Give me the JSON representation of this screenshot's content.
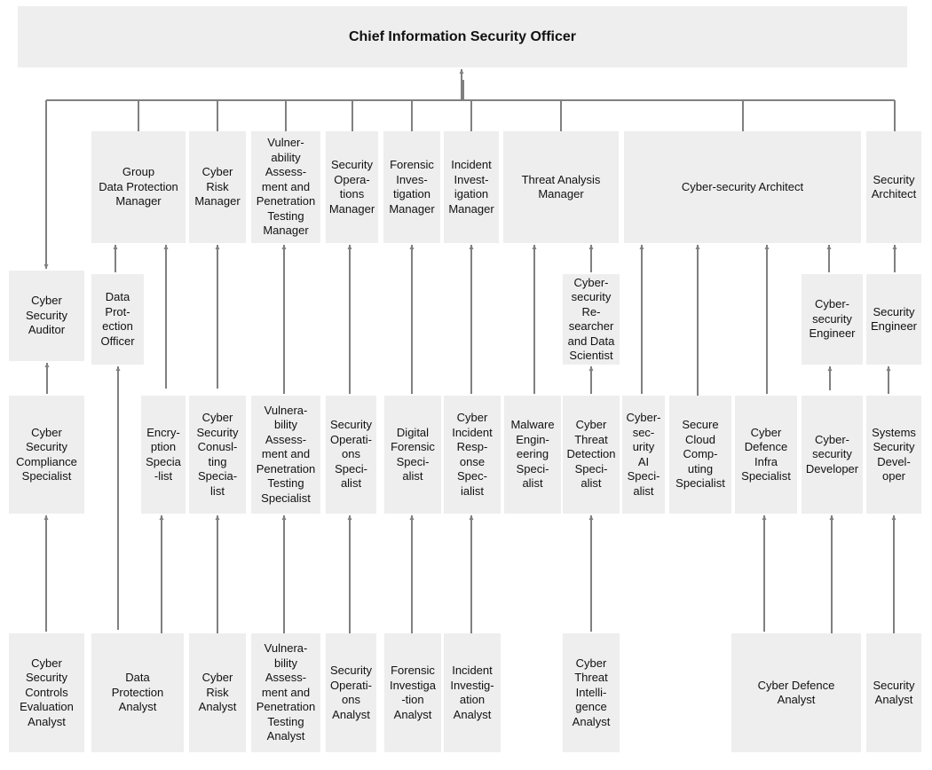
{
  "chart": {
    "top": "Chief Information Security Officer",
    "roles": {
      "cyber_security_auditor": "Cyber\nSecurity\nAuditor",
      "cyber_security_compliance_specialist": "Cyber\nSecurity\nCompliance\nSpecialist",
      "cyber_security_controls_evaluation_analyst": "Cyber\nSecurity\nControls\nEvaluation\nAnalyst",
      "group_data_protection_manager": "Group\nData Protection\nManager",
      "data_protection_officer": "Data\nProt-\nection\nOfficer",
      "data_protection_analyst": "Data\nProtection\nAnalyst",
      "encryption_specialist": "Encry-\nption\nSpecia\n-list",
      "cyber_risk_manager": "Cyber\nRisk\nManager",
      "cyber_security_consulting_specialist": "Cyber\nSecurity\nConusl-\nting\nSpecia-\nlist",
      "cyber_risk_analyst": "Cyber\nRisk\nAnalyst",
      "vapt_manager": "Vulner-\nability\nAssess-\nment and\nPenetration\nTesting\nManager",
      "vapt_specialist": "Vulnera-\nbility\nAssess-\nment and\nPenetration\nTesting\nSpecialist",
      "vapt_analyst": "Vulnera-\nbility\nAssess-\nment and\nPenetration\nTesting\nAnalyst",
      "security_operations_manager": "Security\nOpera-\ntions\nManager",
      "security_operations_specialist": "Security\nOperati-\nons\nSpeci-\nalist",
      "security_operations_analyst": "Security\nOperati-\nons\nAnalyst",
      "forensic_investigation_manager": "Forensic\nInves-\ntigation\nManager",
      "digital_forensic_specialist": "Digital\nForensic\nSpeci-\nalist",
      "forensic_investigation_analyst": "Forensic\nInvestiga\n-tion\nAnalyst",
      "incident_investigation_manager": "Incident\nInvest-\nigation\nManager",
      "cyber_incident_response_specialist": "Cyber\nIncident\nResp-\nonse\nSpec-\nialist",
      "incident_investigation_analyst": "Incident\nInvestig-\nation\nAnalyst",
      "threat_analysis_manager": "Threat Analysis\nManager",
      "malware_engineering_specialist": "Malware\nEngin-\neering\nSpeci-\nalist",
      "cyber_security_researcher_data_scientist": "Cyber-\nsecurity\nRe-\nsearcher\nand Data\nScientist",
      "cyber_threat_detection_specialist": "Cyber\nThreat\nDetection\nSpeci-\nalist",
      "cyber_threat_intelligence_analyst": "Cyber\nThreat\nIntelli-\ngence\nAnalyst",
      "cyber_security_architect": "Cyber-security Architect",
      "cyber_security_ai_specialist": "Cyber-\nsec-\nurity\nAI\nSpeci-\nalist",
      "secure_cloud_computing_specialist": "Secure\nCloud\nComp-\nuting\nSpecialist",
      "cyber_defence_infra_specialist": "Cyber\nDefence\nInfra\nSpecialist",
      "cyber_defence_analyst": "Cyber Defence\nAnalyst",
      "cyber_security_engineer": "Cyber-\nsecurity\nEngineer",
      "cyber_security_developer": "Cyber-\nsecurity\nDeveloper",
      "security_architect": "Security\nArchitect",
      "security_engineer": "Security\nEngineer",
      "systems_security_developer": "Systems\nSecurity\nDevel-\noper",
      "security_analyst": "Security\nAnalyst"
    }
  }
}
